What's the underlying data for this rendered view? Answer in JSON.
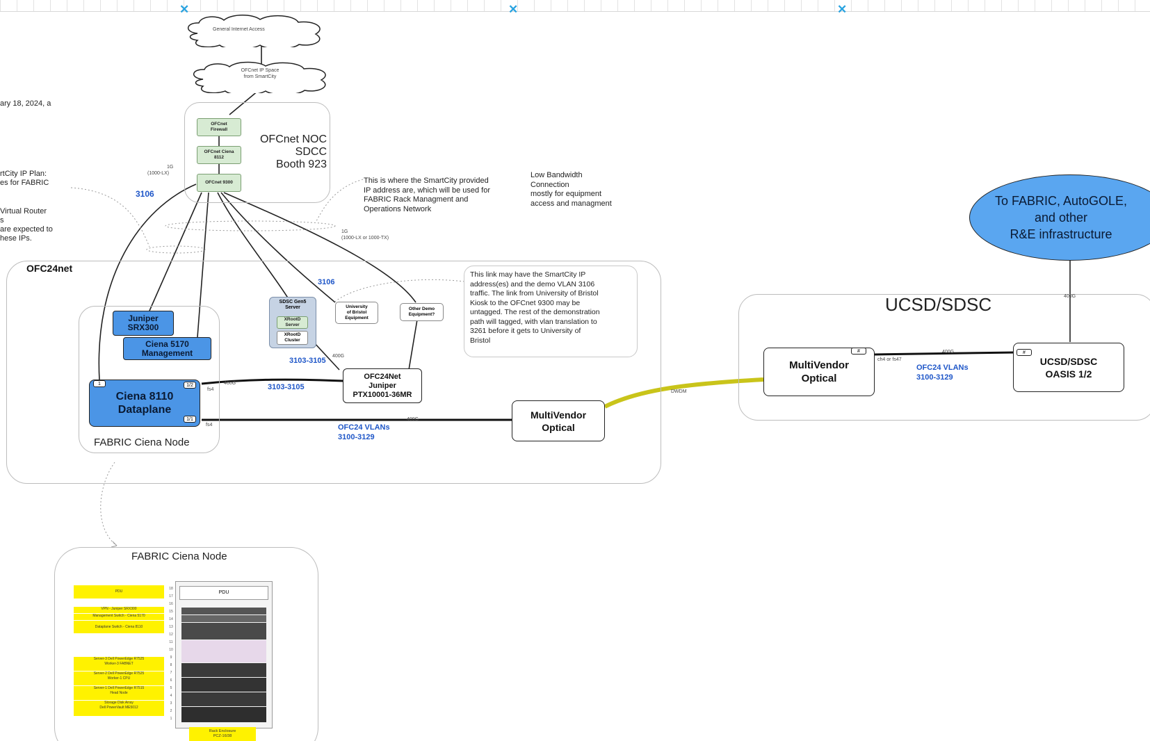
{
  "colors": {
    "accent": "#29a3e0",
    "link_blue": "#1e56c8",
    "ciena_blue": "#4b95e6",
    "noc_green": "#d7ebd3",
    "ucsd_link": "#c9c41a",
    "ellipse": "#5aa6f0",
    "rack_yellow": "#fff200"
  },
  "clouds": {
    "internet": "General Internet Access",
    "ip_space_1": "OFCnet IP Space",
    "ip_space_2": "from SmartCity"
  },
  "left_notes": {
    "l1": "ary 18, 2024, a",
    "l2": "rtCity IP Plan:",
    "l3": "es for FABRIC",
    "l4": "Virtual Router",
    "l5": "s",
    "l6": "are expected to",
    "l7": "hese IPs."
  },
  "noc": {
    "title_1": "OFCnet NOC",
    "title_2": "SDCC",
    "title_3": "Booth 923",
    "firewall_1": "OFCnet",
    "firewall_2": "Firewall",
    "ciena_1": "OFCnet Ciena",
    "ciena_2": "8112",
    "ofcnet9300": "OFCnet 9300"
  },
  "link_labels": {
    "g1": "1G",
    "g1_sub": "(1000-LX)",
    "vlan_3106_a": "3106",
    "vlan_3106_b": "3106",
    "g1b": "1G",
    "g1b_sub": "(1000-LX or 1000-TX)",
    "g400": "400G",
    "g400b": "400G",
    "g400c": "400G",
    "g400d": "400G",
    "g400e": "400G",
    "dwdm": "DWDM",
    "ch": "ch4 or fs47",
    "vlans_a": "3103-3105",
    "vlans_b": "3103-3105",
    "fs4a": "fs4",
    "fs4b": "fs4",
    "ofc24_1": "OFC24 VLANs",
    "ofc24_2": "3100-3129",
    "ofc24_3": "OFC24 VLANs",
    "ofc24_4": "3100-3129"
  },
  "notes": {
    "smartcity_1": "This is where the SmartCity provided",
    "smartcity_2": "IP address are, which will be used for",
    "smartcity_3": "FABRIC Rack Managment and",
    "smartcity_4": "Operations Network",
    "lowbw_1": "Low Bandwidth",
    "lowbw_2": "Connection",
    "lowbw_3": "mostly for equipment",
    "lowbw_4": "access and managment",
    "link_1": "This link may have the SmartCity IP",
    "link_2": "address(es) and the demo VLAN 3106",
    "link_3": "traffic.  The link from University of Bristol",
    "link_4": "Kiosk to the OFCnet 9300 may be",
    "link_5": "untagged. The rest of the demonstration",
    "link_6": "path will tagged, with vlan translation to",
    "link_7": "3261 before it gets to University of",
    "link_8": "Bristol"
  },
  "ofc24net": {
    "title": "OFC24net",
    "juniper_1": "Juniper",
    "juniper_2": "SRX300",
    "ciena5170_1": "Ciena 5170",
    "ciena5170_2": "Management",
    "ciena8110_1": "Ciena 8110",
    "ciena8110_2": "Dataplane",
    "port_1": "1",
    "port_12": "1/2",
    "port_11": "1/1",
    "node_label": "FABRIC Ciena Node",
    "sdsc_1": "SDSC Gen5",
    "sdsc_2": "Server",
    "xrootd_1": "XRootD",
    "xrootd_2": "Server",
    "xrootd_c1": "XRootD",
    "xrootd_c2": "Cluster",
    "bristol_1": "University",
    "bristol_2": "of Bristol",
    "bristol_3": "Equipment",
    "other_1": "Other Demo",
    "other_2": "Equipment?",
    "ptx_1": "OFC24Net",
    "ptx_2": "Juniper",
    "ptx_3": "PTX10001-36MR",
    "mv_1": "MultiVendor",
    "mv_2": "Optical"
  },
  "ucsd": {
    "title": "UCSD/SDSC",
    "mv_1": "MultiVendor",
    "mv_2": "Optical",
    "oasis_1": "UCSD/SDSC",
    "oasis_2": "OASIS 1/2",
    "port_a": "#",
    "port_b": "#"
  },
  "fabric_ellipse": {
    "l1": "To FABRIC, AutoGOLE,",
    "l2": "and other",
    "l3": "R&E infrastructure"
  },
  "rack": {
    "title": "FABRIC Ciena Node",
    "pdu_left": "PDU",
    "pdu_right": "PDU",
    "vpn": "VPN - Juniper SRX300",
    "mgmt": "Management Switch - Ciena 5170",
    "dataplane": "Dataplane Switch - Ciena 8110",
    "server3_1": "Server-3 Dell PowerEdge R7525",
    "server3_2": "Worker-3 FABNET",
    "server2_1": "Server-2 Dell PowerEdge R7525",
    "server2_2": "Worker-1 CPU",
    "server1_1": "Server-1 Dell PowerEdge R7515",
    "server1_2": "Head Node",
    "storage_1": "Storage Disk Array",
    "storage_2": "Dell PowerVault ME5012",
    "enclosure_1": "Rack Enclosure",
    "enclosure_2": "PCZ-16/38",
    "units": [
      "18",
      "17",
      "16",
      "15",
      "14",
      "13",
      "12",
      "11",
      "10",
      "9",
      "8",
      "7",
      "6",
      "5",
      "4",
      "3",
      "2",
      "1"
    ]
  }
}
